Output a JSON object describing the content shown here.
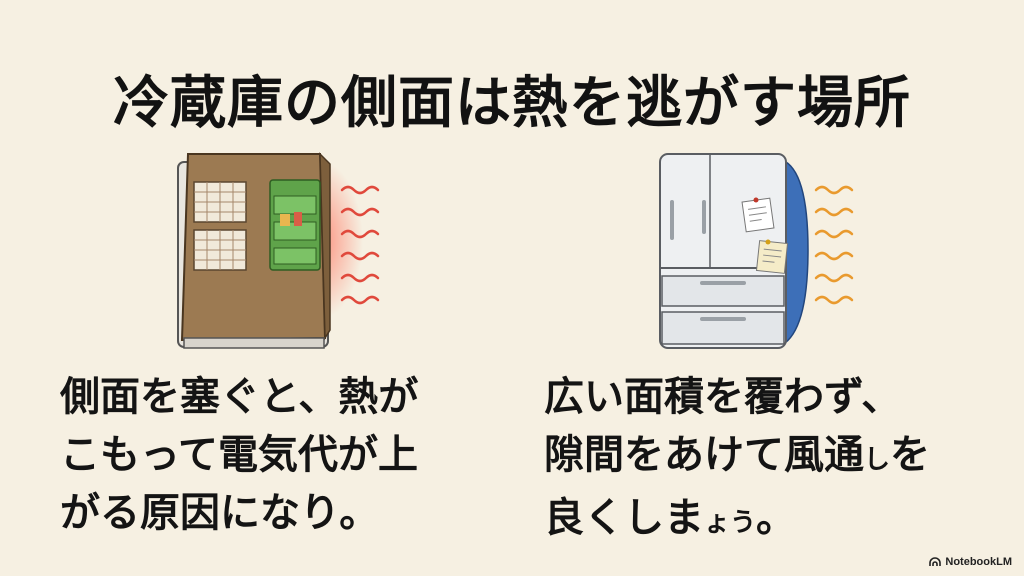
{
  "title": "冷蔵庫の側面は熱を逃がす場所",
  "left_panel": {
    "icon": "covered-fridge-heat",
    "lines": [
      "側面を塞ぐと、熱が",
      "こもって電気代が上",
      "がる原因になり。"
    ]
  },
  "right_panel": {
    "icon": "open-fridge-airflow",
    "line1": "広い面積を覆わず、",
    "line2_main": "隙間をあけて風通",
    "line2_small": "し",
    "line2_end": "を",
    "line3_main": "良くしま",
    "line3_small": "ょう",
    "line3_end": "。"
  },
  "brand": {
    "name": "NotebookLM",
    "icon": "notebooklm-logo"
  },
  "colors": {
    "background": "#f6f0e2",
    "cardboard": "#9c7a52",
    "pocket_green": "#5fa34a",
    "heat_red": "#e0493c",
    "heat_orange": "#e99a2e",
    "fridge_white": "#eef0f2",
    "side_blue": "#3d6fb8"
  }
}
